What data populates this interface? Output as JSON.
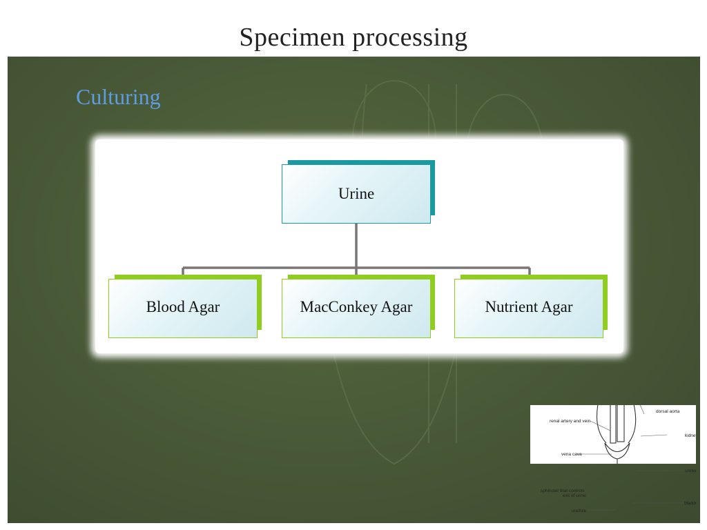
{
  "slide": {
    "title": "Specimen processing",
    "subtitle": "Culturing"
  },
  "diagram": {
    "root": {
      "label": "Urine"
    },
    "children": [
      {
        "label": "Blood Agar"
      },
      {
        "label": "MacConkey Agar"
      },
      {
        "label": "Nutrient Agar"
      }
    ],
    "colors": {
      "root_accent": "#1a9aa0",
      "child_accent": "#8fce1e",
      "connector": "#777777"
    }
  },
  "anatomy_figure": {
    "labels": {
      "dorsal_aorta": "dorsal aorta",
      "renal_artery": "renal artery and vein",
      "kidney": "kidney",
      "vena_cava": "vena cava",
      "ureter": "ureter",
      "sphincter_line1": "sphincter that controls",
      "sphincter_line2": "exit of urine",
      "bladder": "bladder",
      "urethra": "urethra"
    }
  },
  "colors": {
    "board": "#4a5b38",
    "subtitle": "#5f9ce0"
  }
}
